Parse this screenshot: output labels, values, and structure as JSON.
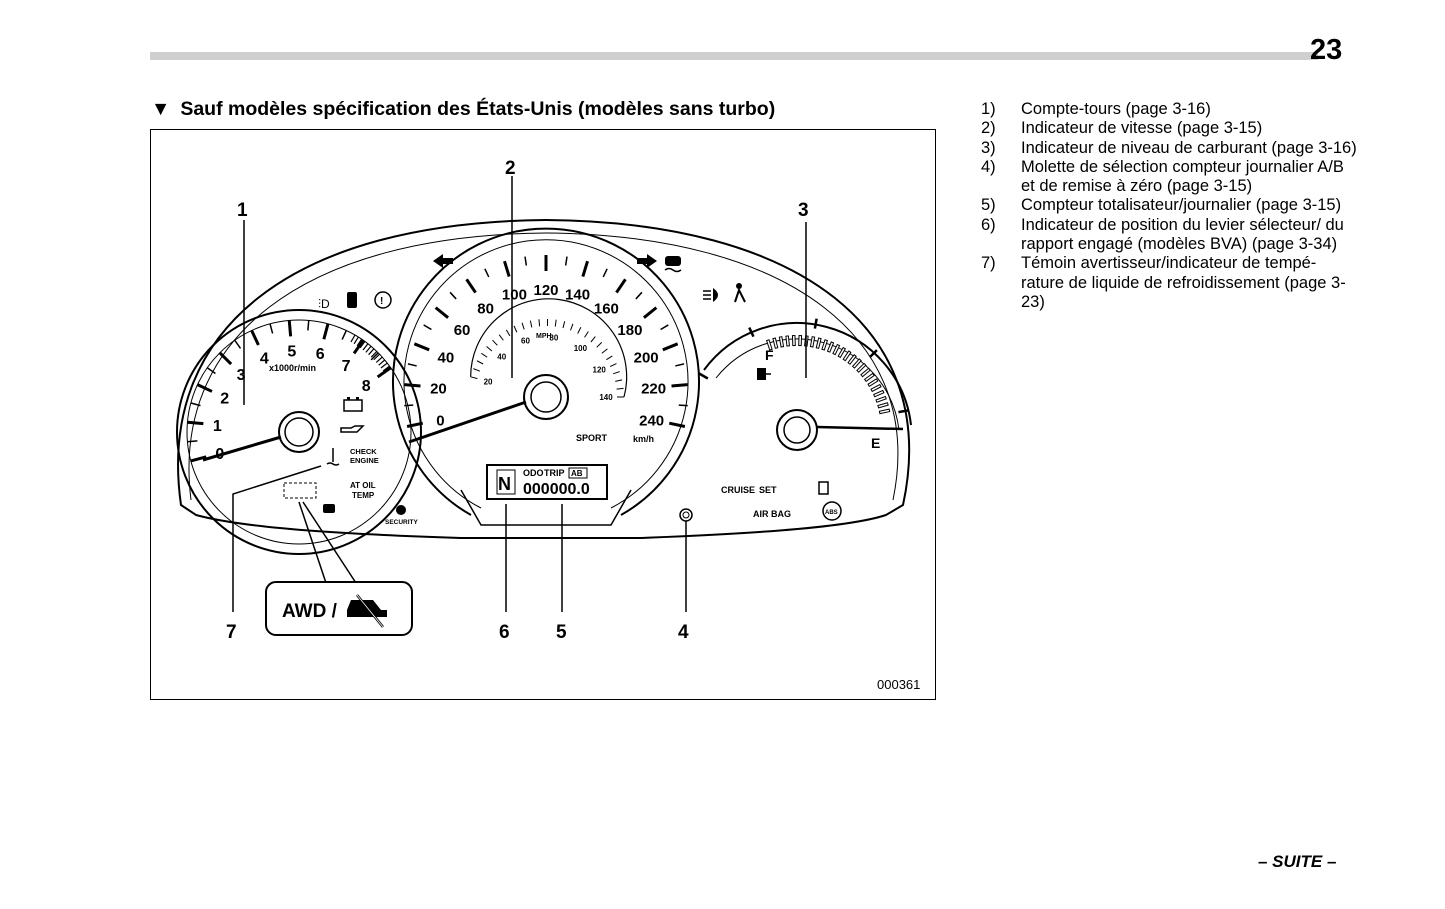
{
  "page": {
    "number": "23",
    "continue_label": "– SUITE –"
  },
  "section": {
    "marker": "▼",
    "title": "Sauf modèles spécification des États-Unis (modèles sans turbo)"
  },
  "figure": {
    "code": "000361",
    "callouts": [
      "1",
      "2",
      "3",
      "4",
      "5",
      "6",
      "7"
    ],
    "tachometer": {
      "ticks": [
        "0",
        "1",
        "2",
        "3",
        "4",
        "5",
        "6",
        "7",
        "8"
      ],
      "unit": "x1000r/min"
    },
    "speedometer": {
      "kmh_ticks": [
        "0",
        "20",
        "40",
        "60",
        "80",
        "100",
        "120",
        "140",
        "160",
        "180",
        "200",
        "220",
        "240"
      ],
      "mph_ticks": [
        "20",
        "40",
        "60",
        "80",
        "100",
        "120",
        "140"
      ],
      "kmh_unit": "km/h",
      "mph_unit": "MPH",
      "sport_label": "SPORT"
    },
    "fuel_gauge": {
      "full": "F",
      "empty": "E"
    },
    "display": {
      "odo": "ODO",
      "trip": "TRIP",
      "ab": "AB",
      "reading": "000000.0"
    },
    "indicators": {
      "check_engine": "CHECK ENGINE",
      "at_oil_temp": "AT OIL TEMP",
      "security": "SECURITY",
      "cruise": "CRUISE",
      "set": "SET",
      "air_bag": "AIR BAG",
      "abs": "ABS",
      "awd": "AWD /"
    }
  },
  "legend": [
    {
      "num": "1)",
      "text": "Compte-tours (page 3-16)"
    },
    {
      "num": "2)",
      "text": "Indicateur de vitesse (page 3-15)"
    },
    {
      "num": "3)",
      "text": "Indicateur de niveau de carburant (page 3-16)"
    },
    {
      "num": "4)",
      "text": "Molette de sélection compteur journalier A/B et de remise à zéro (page 3-15)"
    },
    {
      "num": "5)",
      "text": "Compteur totalisateur/journalier (page 3-15)"
    },
    {
      "num": "6)",
      "text": "Indicateur de position du levier sélecteur/ du rapport engagé (modèles BVA) (page 3-34)"
    },
    {
      "num": "7)",
      "text": "Témoin avertisseur/indicateur de tempé- rature de liquide de refroidissement (page 3-23)"
    }
  ]
}
